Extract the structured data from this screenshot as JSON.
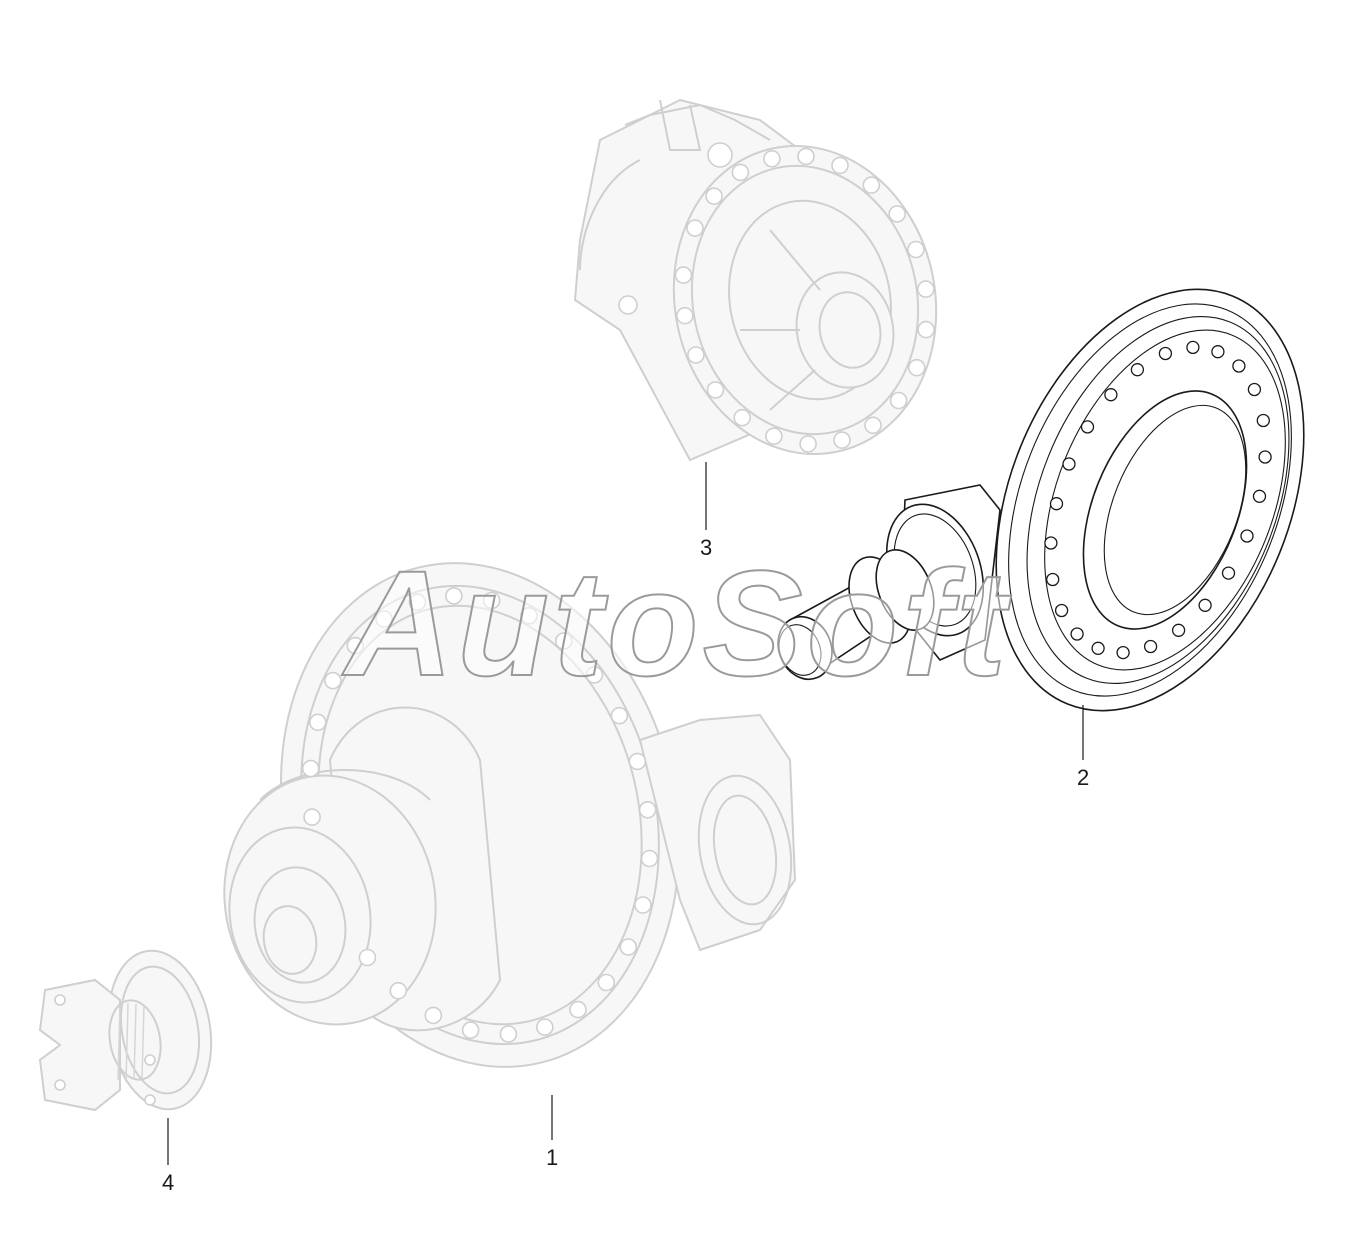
{
  "watermark": {
    "text": "AutoSoft"
  },
  "callouts": [
    {
      "id": "1",
      "label": "1"
    },
    {
      "id": "2",
      "label": "2"
    },
    {
      "id": "3",
      "label": "3"
    },
    {
      "id": "4",
      "label": "4"
    }
  ],
  "colors": {
    "ghost_line": "#cfcfcf",
    "active_line": "#1a1a1a",
    "background": "#ffffff"
  }
}
